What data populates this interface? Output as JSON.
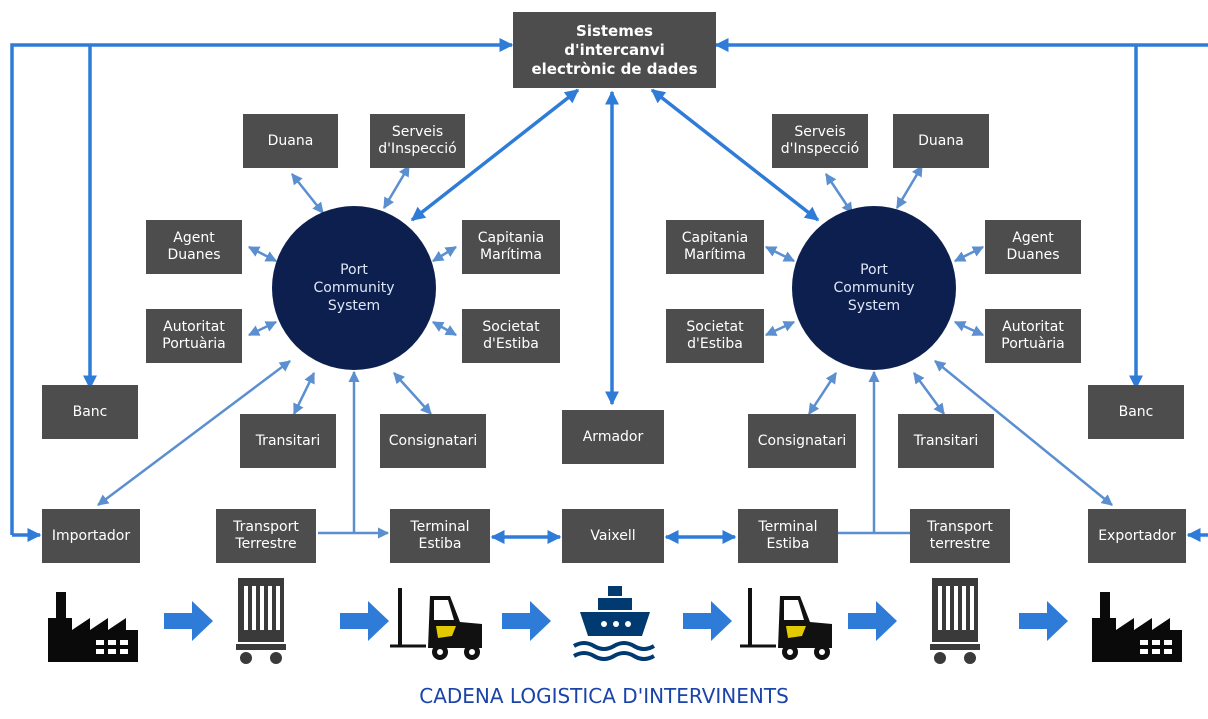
{
  "colors": {
    "box": "#4d4d4d",
    "hub": "#0d1f4f",
    "arrow": "#2f7cd8",
    "arrow_link": "#5b8fd0",
    "title": "#1a44a8",
    "icon": "#0a0a0a",
    "ship": "#003a70"
  },
  "hub_label": "Sistemes\nd'intercanvi\nelectrònic de dades",
  "left_cluster": {
    "center": "Port\nCommunity\nSystem",
    "duana": "Duana",
    "inspeccio": "Serveis\nd'Inspecció",
    "agent": "Agent\nDuanes",
    "capitania": "Capitania\nMarítima",
    "autoritat": "Autoritat\nPortuària",
    "societat": "Societat\nd'Estiba",
    "transitari": "Transitari",
    "consignatari": "Consignatari"
  },
  "right_cluster": {
    "center": "Port\nCommunity\nSystem",
    "duana": "Duana",
    "inspeccio": "Serveis\nd'Inspecció",
    "agent": "Agent\nDuanes",
    "capitania": "Capitania\nMarítima",
    "autoritat": "Autoritat\nPortuària",
    "societat": "Societat\nd'Estiba",
    "transitari": "Transitari",
    "consignatari": "Consignatari"
  },
  "banc_left": "Banc",
  "banc_right": "Banc",
  "armador": "Armador",
  "chain": {
    "importador": "Importador",
    "transport_left": "Transport\nTerrestre",
    "terminal_left": "Terminal\nEstiba",
    "vaixell": "Vaixell",
    "terminal_right": "Terminal\nEstiba",
    "transport_right": "Transport\nterrestre",
    "exportador": "Exportador"
  },
  "icons": [
    "factory-icon",
    "container-icon",
    "forklift-icon",
    "ship-icon",
    "forklift-icon",
    "container-icon",
    "factory-icon"
  ],
  "footer_title": "CADENA LOGISTICA D'INTERVINENTS"
}
